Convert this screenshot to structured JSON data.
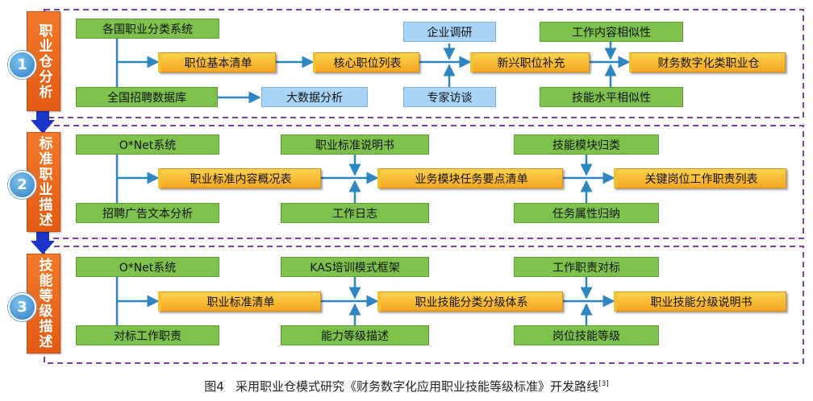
{
  "phases": [
    {
      "number": "1",
      "label": "职业仓分析"
    },
    {
      "number": "2",
      "label": "标准职业描述"
    },
    {
      "number": "3",
      "label": "技能等级描述"
    }
  ],
  "row1": {
    "inputs": [
      "各国职业分类系统",
      "全国招聘数据库"
    ],
    "big_data": "大数据分析",
    "main": [
      "职位基本清单",
      "核心职位列表",
      "新兴职位补充",
      "财务数字化类职业仓"
    ],
    "aux_top": [
      "企业调研",
      "工作内容相似性"
    ],
    "aux_bottom": [
      "专家访谈",
      "技能水平相似性"
    ]
  },
  "row2": {
    "inputs": [
      "O*Net系统",
      "招聘广告文本分析"
    ],
    "main": [
      "职业标准内容概况表",
      "业务模块任务要点清单",
      "关键岗位工作职责列表"
    ],
    "aux_top": [
      "职业标准说明书",
      "技能模块归类"
    ],
    "aux_bottom": [
      "工作日志",
      "任务属性归纳"
    ]
  },
  "row3": {
    "inputs": [
      "O*Net系统",
      "对标工作职责"
    ],
    "main": [
      "职业标准清单",
      "职业技能分类分级体系",
      "职业技能分级说明书"
    ],
    "aux_top": [
      "KAS培训模式框架",
      "工作职责对标"
    ],
    "aux_bottom": [
      "能力等级描述",
      "岗位技能等级"
    ]
  },
  "caption": {
    "prefix": "图4",
    "text": "采用职业仓模式研究《财务数字化应用职业技能等级标准》开发路线",
    "ref": "[3]"
  },
  "colors": {
    "phase_orange": "#e8651a",
    "green_box": "#7ec14d",
    "orange_box": "#f7b733",
    "blue_box": "#a9d3f5",
    "arrow_blue": "#2e86c1",
    "dashed_purple": "#7b3fa0",
    "down_arrow": "#1d35c9"
  }
}
